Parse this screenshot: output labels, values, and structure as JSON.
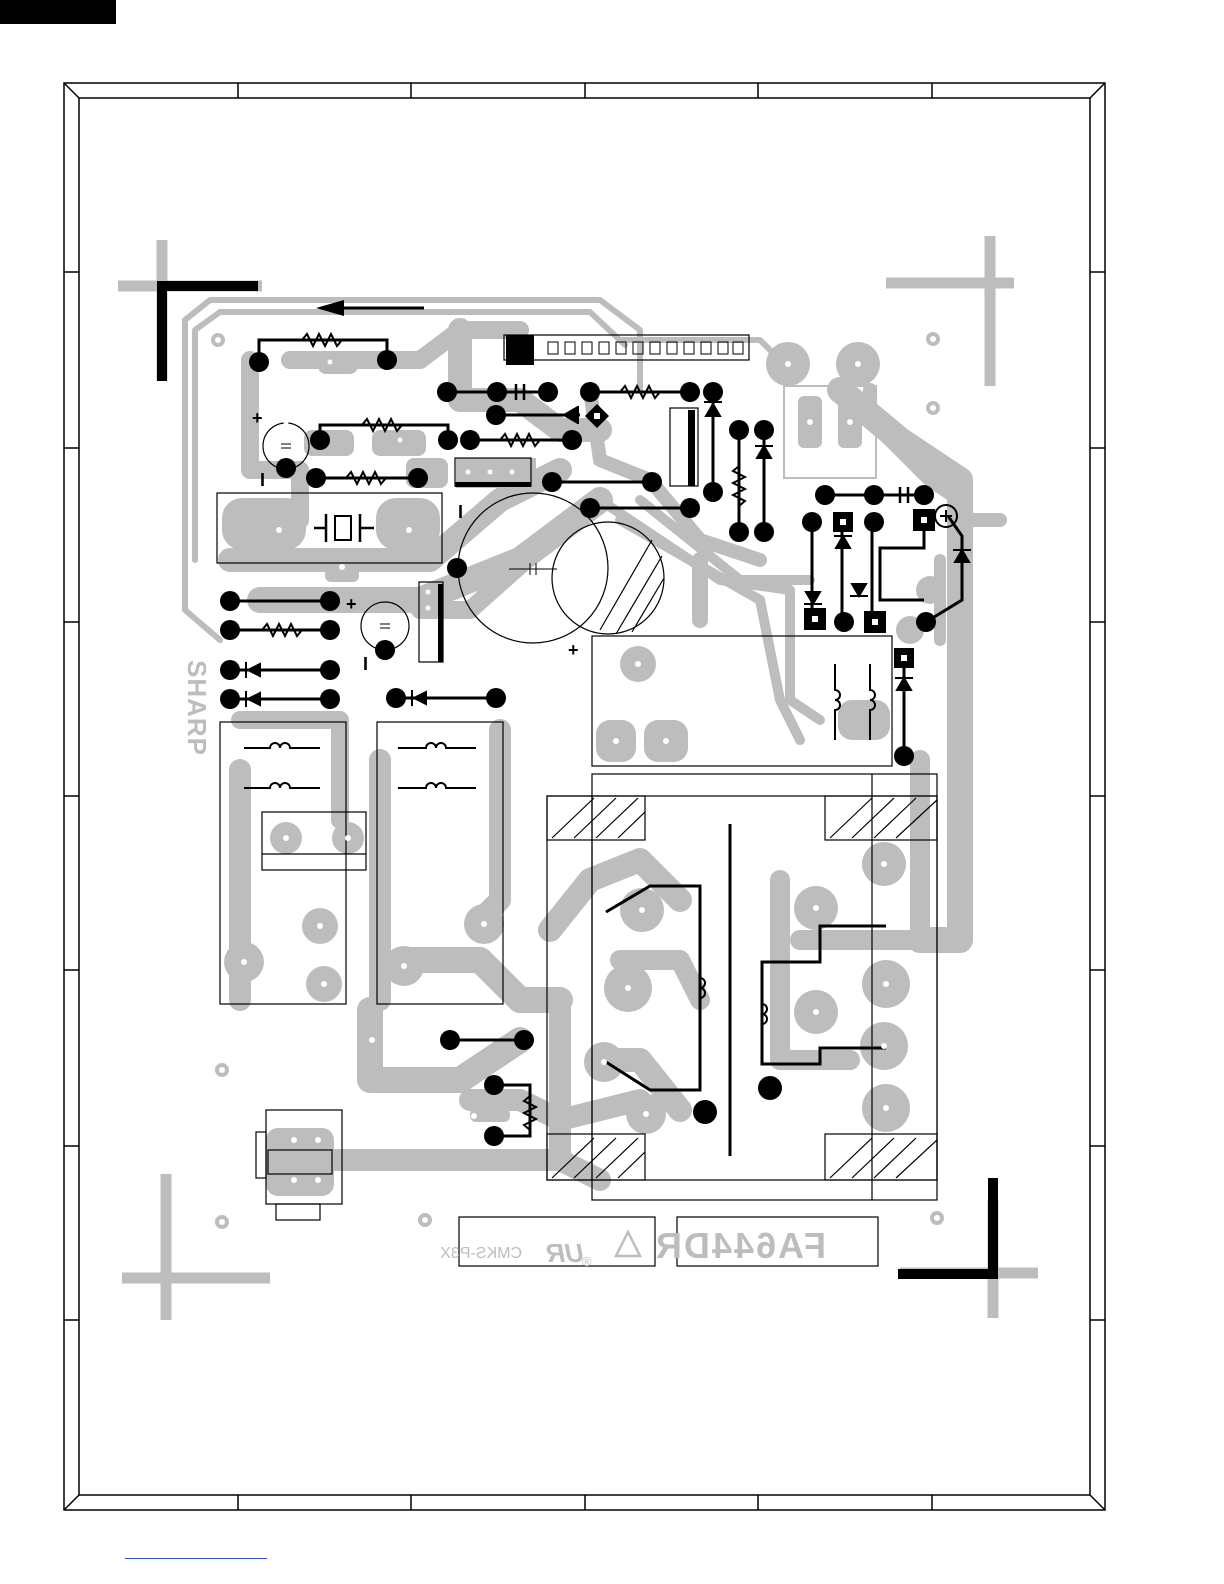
{
  "board": {
    "brand_mark": "SHARP",
    "model_label": "FA644DR",
    "part_label": "CMKS-P3X",
    "ur_mark": "UR",
    "registered_mark": "®",
    "plus_marks": [
      "+",
      "+",
      "+"
    ],
    "minus_marks": [
      "I",
      "I",
      "I"
    ]
  },
  "colors": {
    "copper": "#bdbdbd",
    "silkscreen": "#000000",
    "frame": "#000000",
    "background": "#ffffff",
    "footer_rule": "#3355cc"
  }
}
